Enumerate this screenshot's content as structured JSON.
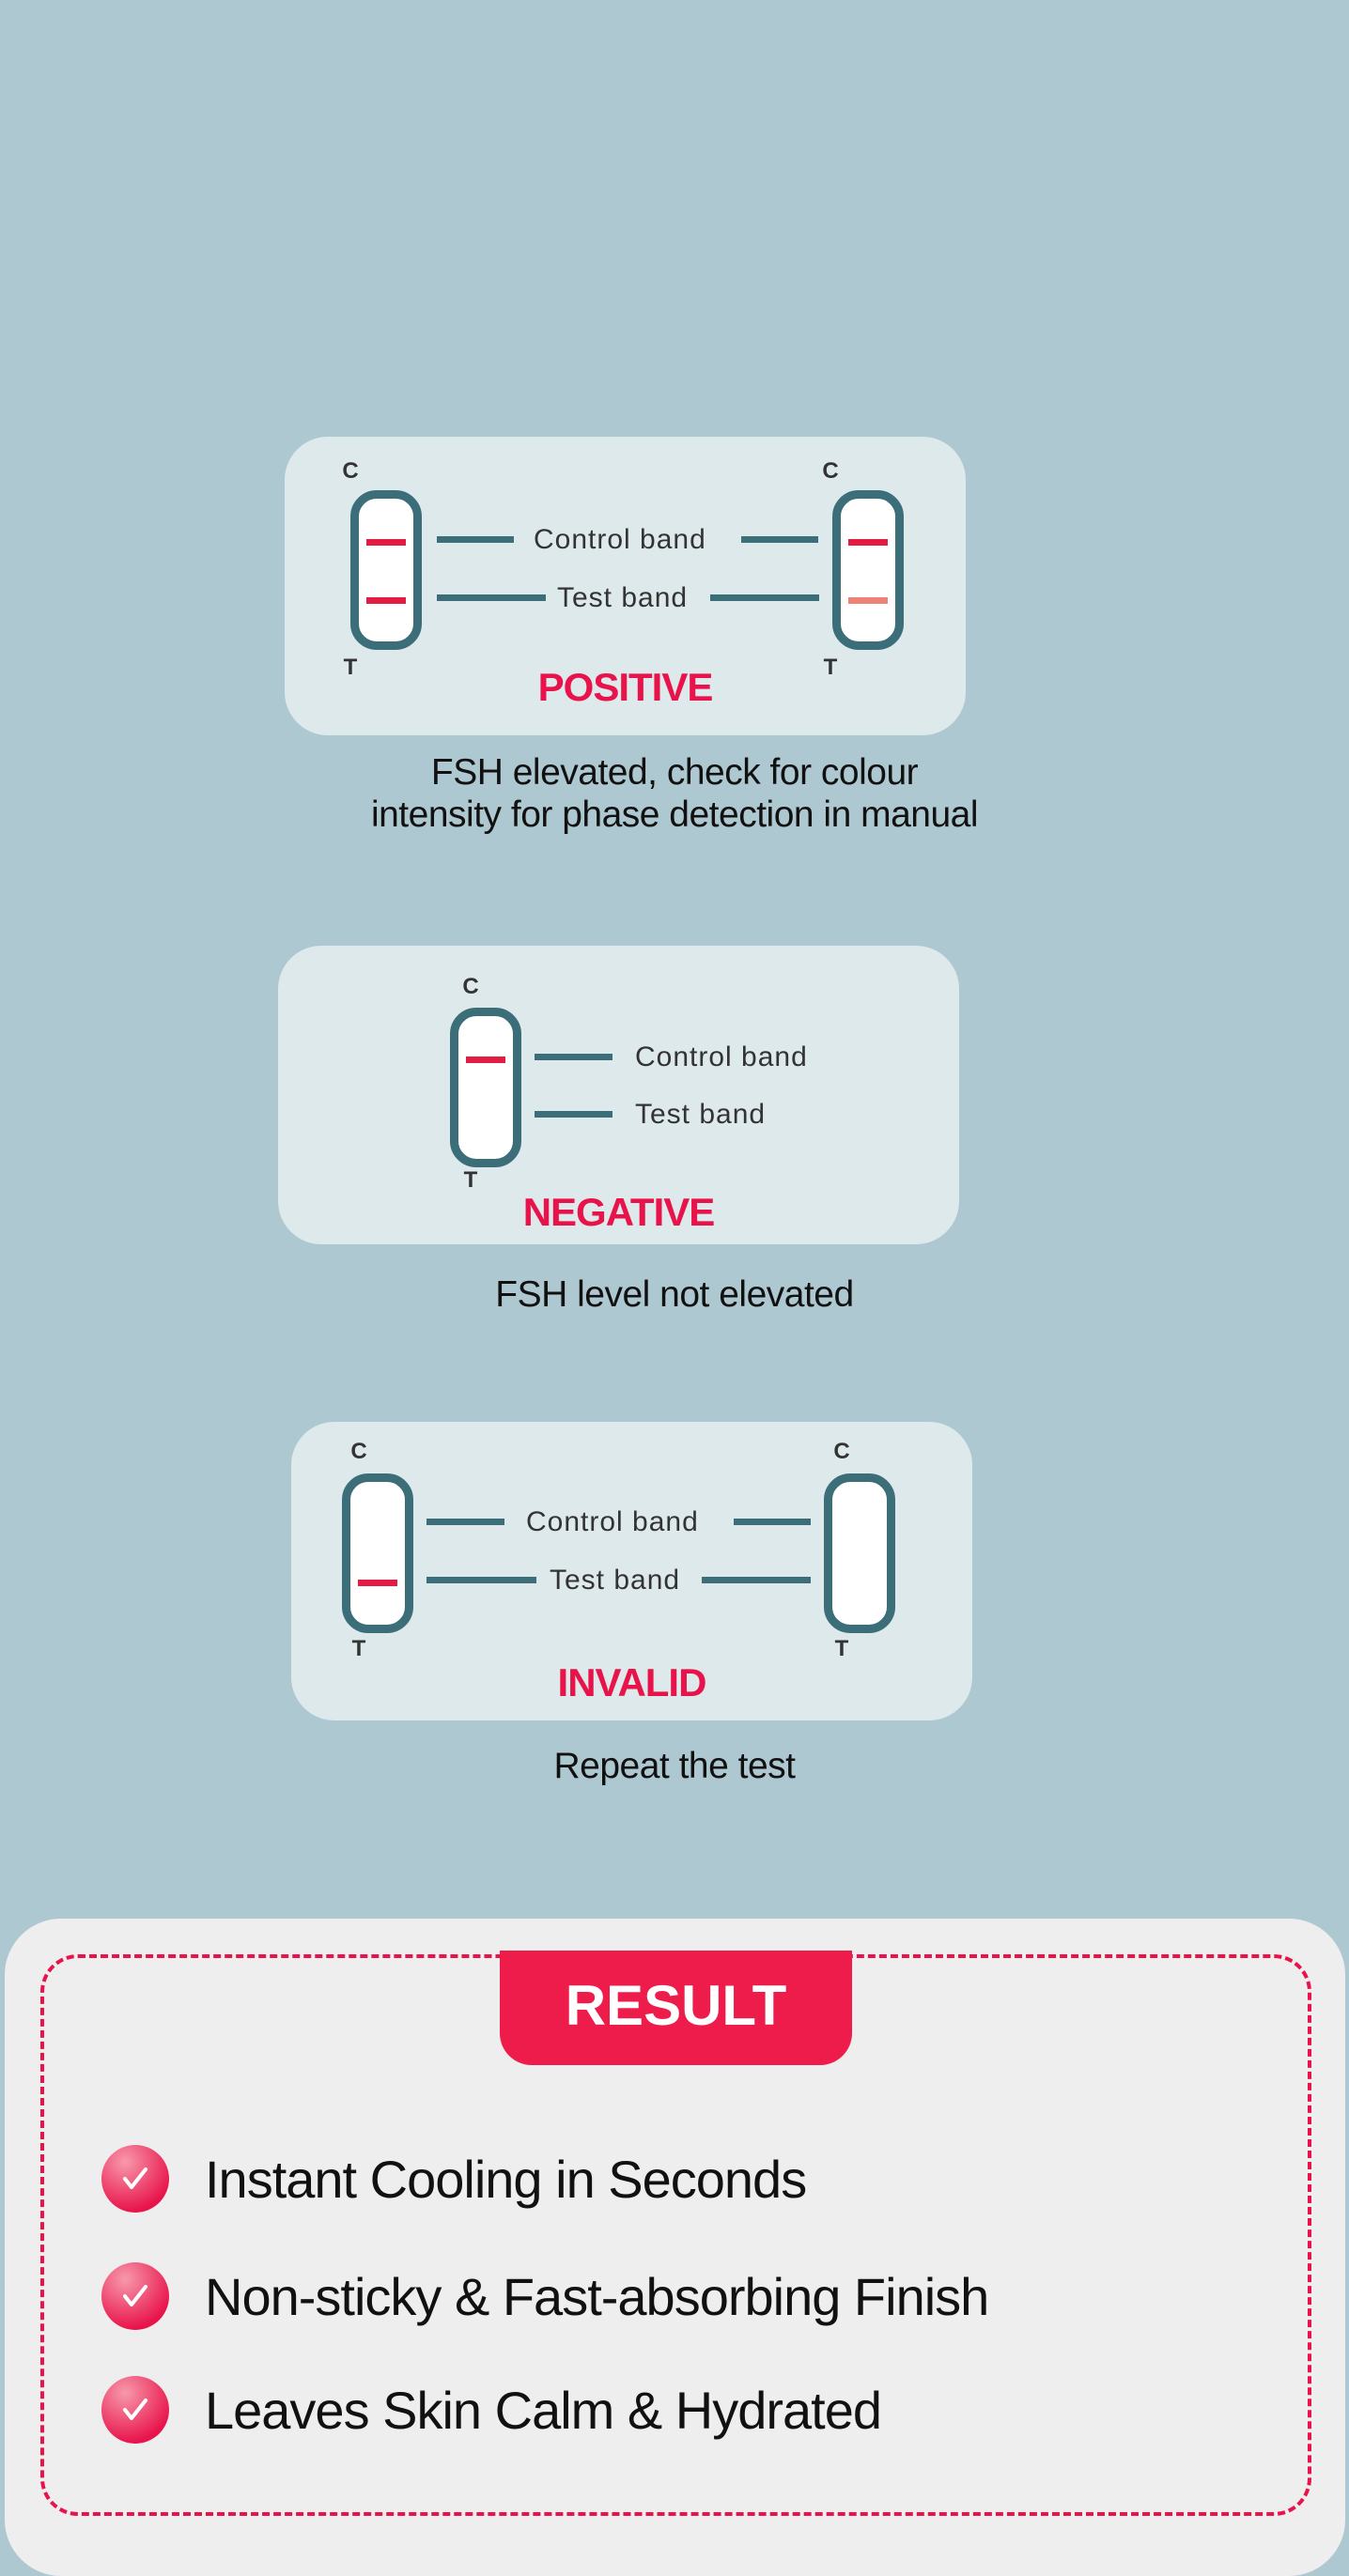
{
  "labels": {
    "c": "C",
    "t": "T",
    "control": "Control band",
    "test": "Test band"
  },
  "positive": {
    "status": "POSITIVE",
    "desc_line1": "FSH elevated, check for colour",
    "desc_line2": "intensity for phase detection in manual"
  },
  "negative": {
    "status": "NEGATIVE",
    "desc": "FSH level not elevated"
  },
  "invalid": {
    "status": "INVALID",
    "desc": "Repeat the test"
  },
  "result": {
    "title": "RESULT",
    "items": [
      "Instant Cooling in Seconds",
      "Non-sticky & Fast-absorbing Finish",
      "Leaves Skin Calm & Hydrated"
    ]
  },
  "colors": {
    "background": "#aec8d1",
    "card": "#dde9eb",
    "strip": "#3c6e7a",
    "band": "#e31c44",
    "faint_band": "#ee8275",
    "accent": "#ed1c4a"
  }
}
